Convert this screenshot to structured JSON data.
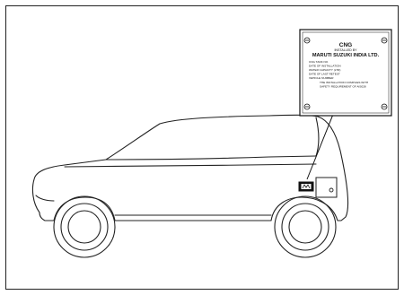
{
  "plate": {
    "title": "CNG",
    "subtitle": "INSTALLED BY",
    "company": "MARUTI SUZUKI INDIA LTD.",
    "fields": [
      "CNG TANK NO.",
      "DATE OF INSTALLATION",
      "WATER CAPACITY (LTR)",
      "DATE OF LAST RETEST",
      "VEHICLE NUMBER"
    ],
    "notice": [
      "THE INSTALLATION COMPLIES WITH",
      "SAFETY REQUIREMENT OF AIS028"
    ]
  },
  "icons": {
    "sticker": "cng-label-sticker-icon",
    "fuel_lid": "fuel-filler-lid-icon",
    "screws": "screw-icon"
  }
}
